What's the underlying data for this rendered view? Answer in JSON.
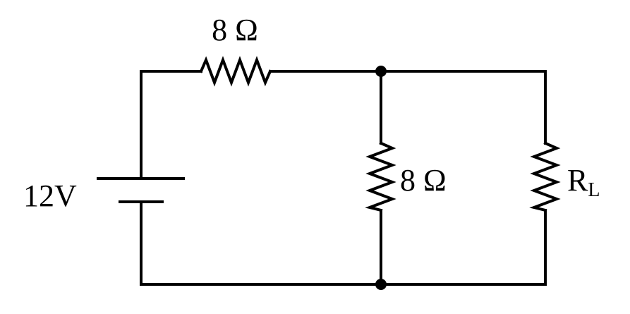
{
  "circuit": {
    "source": {
      "label": "12V"
    },
    "resistors": {
      "series": {
        "label": "8 Ω"
      },
      "shunt": {
        "label": "8 Ω"
      },
      "load": {
        "label": "R",
        "subscript": "L"
      }
    },
    "colors": {
      "stroke": "#000000",
      "background": "#ffffff"
    }
  }
}
